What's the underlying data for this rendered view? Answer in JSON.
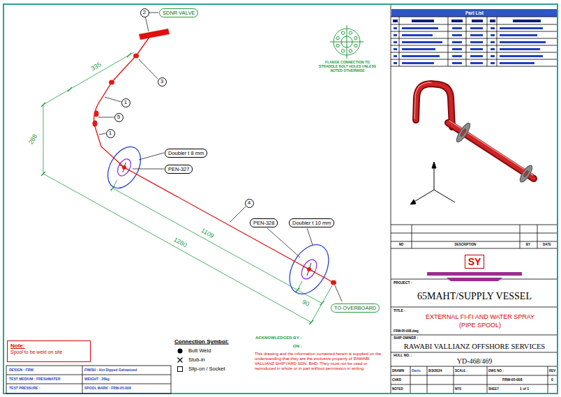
{
  "diagram": {
    "nodes": [
      {
        "text": [
          "SDNR VALVE"
        ]
      },
      {
        "text": [
          "2"
        ]
      },
      {
        "text": [
          "3"
        ]
      },
      {
        "text": [
          "1"
        ]
      },
      {
        "text": [
          "5"
        ]
      },
      {
        "text": [
          "1"
        ]
      },
      {
        "text": [
          "Doubler t 8 mm"
        ]
      },
      {
        "text": [
          "PEN-327"
        ]
      },
      {
        "text": [
          "4"
        ]
      },
      {
        "text": [
          "PEN-328"
        ]
      },
      {
        "text": [
          "Doubler t 10 mm"
        ]
      },
      {
        "text": [
          "SY"
        ]
      },
      {
        "text": [
          "TO OVERBOARD"
        ]
      },
      {
        "text": [
          "Note:",
          "Spool to be weld on site"
        ]
      }
    ],
    "labels": [
      "335",
      "288",
      "1109",
      "1280",
      "90",
      "FLANGE CONNECTION TO STRADDLE BOLT HOLES UNLESS NOTED OTHERWISE",
      "Part List",
      "NO",
      "DESCRIPTION",
      "BY",
      "DATE",
      "PROJECT :",
      "65MAHT/SUPPLY VESSEL",
      "TITLE :",
      "EXTERNAL FI-FI AND WATER SPRAY",
      "(PIPE SPOOL)",
      "FRW-05-008.dwg",
      "SHIP OWNER :",
      "RAWABI VALLIANZ OFFSHORE SERVICES",
      "HULL NO. :",
      "YD-468/469",
      "DRAWN",
      "Darts",
      "8/3/2024",
      "SCALE :",
      "DWG NO :",
      "REV",
      "CHKD",
      "FRW-05-008",
      "0",
      "NOTED",
      "NTS",
      "SHEET",
      "1 of 1",
      "Connection Symbol:",
      "ACKNOWLEDGED BY :",
      "ON :",
      "This drawing and the information contained herein is supplied on the understanding that they are the exclusive property of RAWABI VALLIANZ SHIPYARD SDN. BHD. They must not be used or reproduced in whole or in part without permission in writing.",
      "DESIGN : FRW",
      "FINISH : Hot Dipped Galvanized",
      "TEST MEDIUM : FRESHWATER",
      "WEIGHT : 26kg",
      "TEST PRESSURE :",
      "SPOOL MARK : FRW-05-008"
    ],
    "legend": [
      {
        "text": "Butt Weld"
      },
      {
        "text": "Stub-in"
      },
      {
        "text": "Slip-on / Socket"
      }
    ]
  }
}
